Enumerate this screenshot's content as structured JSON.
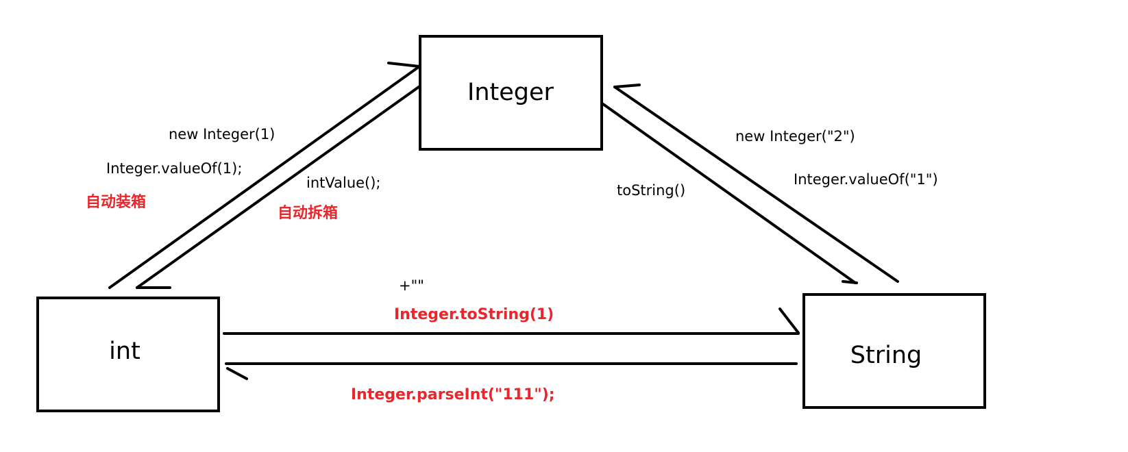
{
  "colors": {
    "highlight": "#e8262b",
    "line": "#000000"
  },
  "nodes": {
    "integer": "Integer",
    "int": "int",
    "string": "String"
  },
  "labels": {
    "new_integer_int": "new Integer(1)",
    "valueof_int": "Integer.valueOf(1);",
    "autoboxing": "自动装箱",
    "intvalue": "intValue();",
    "autounboxing": "自动拆箱",
    "tostring": "toString()",
    "new_integer_str": "new Integer(\"2\")",
    "valueof_str": "Integer.valueOf(\"1\")",
    "concat": "+\"\"",
    "integer_tostring": "Integer.toString(1)",
    "parseint": "Integer.parseInt(\"111\");"
  }
}
